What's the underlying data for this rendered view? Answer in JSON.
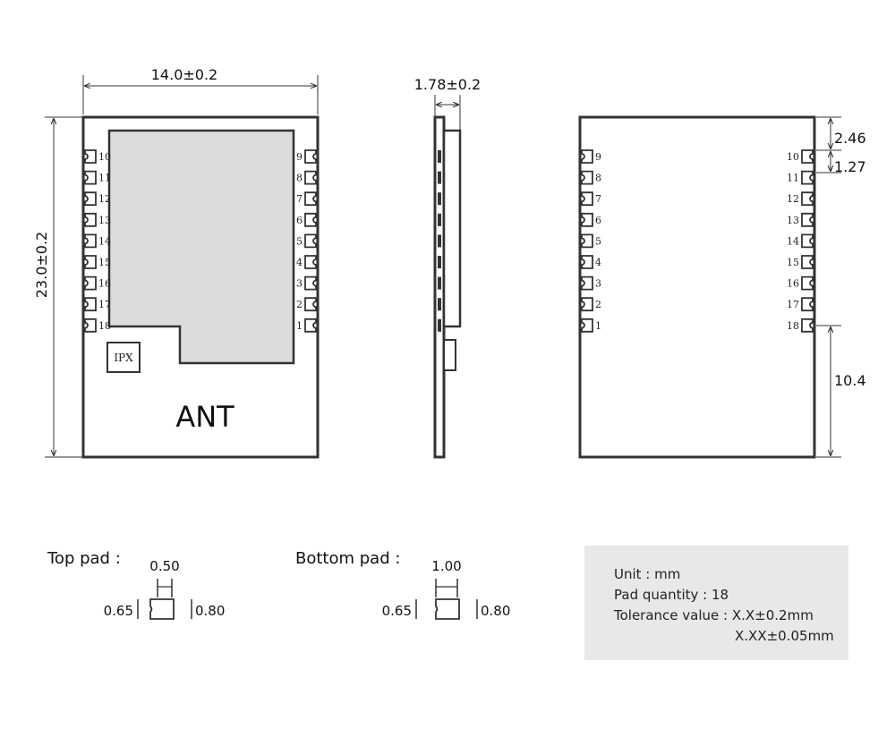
{
  "colors": {
    "line": "#333333",
    "shield_fill": "#dcdcdc",
    "note_bg": "#e8e8e8",
    "pad_fill": "#ffffff"
  },
  "top_view": {
    "width_dim": "14.0±0.2",
    "height_dim": "23.0±0.2",
    "left_pins": [
      "10",
      "11",
      "12",
      "13",
      "14",
      "15",
      "16",
      "17",
      "18"
    ],
    "right_pins": [
      "9",
      "8",
      "7",
      "6",
      "5",
      "4",
      "3",
      "2",
      "1"
    ],
    "ipx_label": "IPX",
    "ant_label": "ANT"
  },
  "side_view": {
    "thickness_dim": "1.78±0.2"
  },
  "bottom_view": {
    "left_pins": [
      "9",
      "8",
      "7",
      "6",
      "5",
      "4",
      "3",
      "2",
      "1"
    ],
    "right_pins": [
      "10",
      "11",
      "12",
      "13",
      "14",
      "15",
      "16",
      "17",
      "18"
    ],
    "dim_top_offset": "2.46",
    "dim_pitch": "1.27",
    "dim_bottom_offset": "10.4"
  },
  "top_pad": {
    "title": "Top pad :",
    "width": "0.50",
    "left": "0.65",
    "right": "0.80"
  },
  "bottom_pad": {
    "title": "Bottom pad :",
    "width": "1.00",
    "left": "0.65",
    "right": "0.80"
  },
  "notes": {
    "unit": "Unit : mm",
    "pad_quantity": "Pad quantity : 18",
    "tolerance_label": "Tolerance value : X.X±0.2mm",
    "tolerance_line2": "X.XX±0.05mm"
  }
}
